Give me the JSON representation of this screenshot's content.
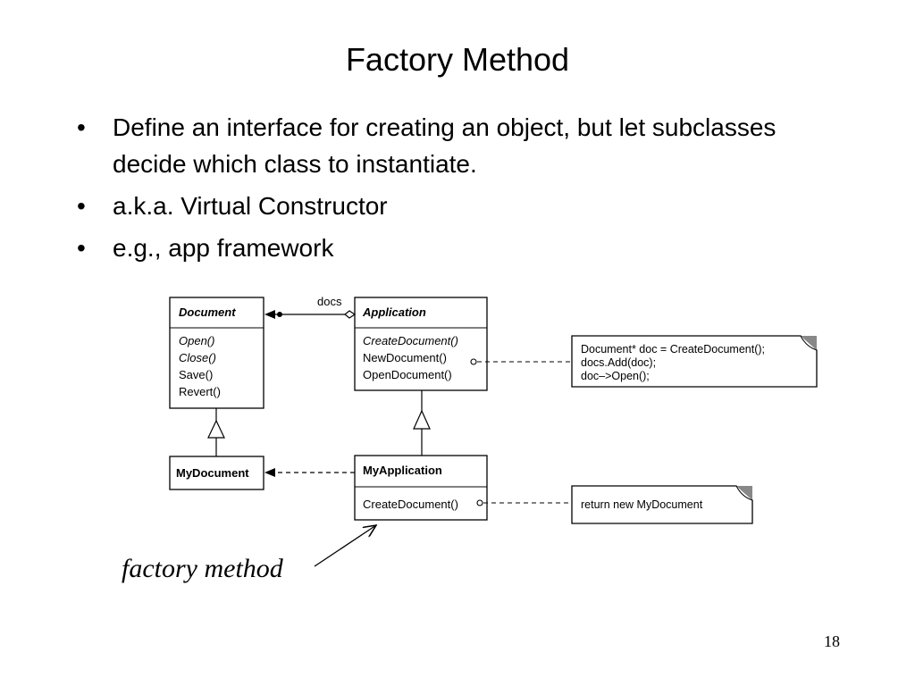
{
  "slide": {
    "title": "Factory Method",
    "bullets": [
      "Define an interface for creating an object, but let subclasses decide which class to instantiate.",
      "a.k.a. Virtual Constructor",
      "e.g., app framework"
    ],
    "bullet_glyph": "•",
    "page_number": "18"
  },
  "diagram": {
    "document": {
      "name": "Document",
      "operations": [
        "Open()",
        "Close()",
        "Save()",
        "Revert()"
      ]
    },
    "application": {
      "name": "Application",
      "operations": [
        "CreateDocument()",
        "NewDocument()",
        "OpenDocument()"
      ]
    },
    "my_document": {
      "name": "MyDocument"
    },
    "my_application": {
      "name": "MyApplication",
      "operations": [
        "CreateDocument()"
      ]
    },
    "association_label": "docs",
    "note_new_document": [
      "Document* doc = CreateDocument();",
      "docs.Add(doc);",
      "doc–>Open();"
    ],
    "note_create_document": "return new MyDocument",
    "factory_method_label": "factory method"
  }
}
